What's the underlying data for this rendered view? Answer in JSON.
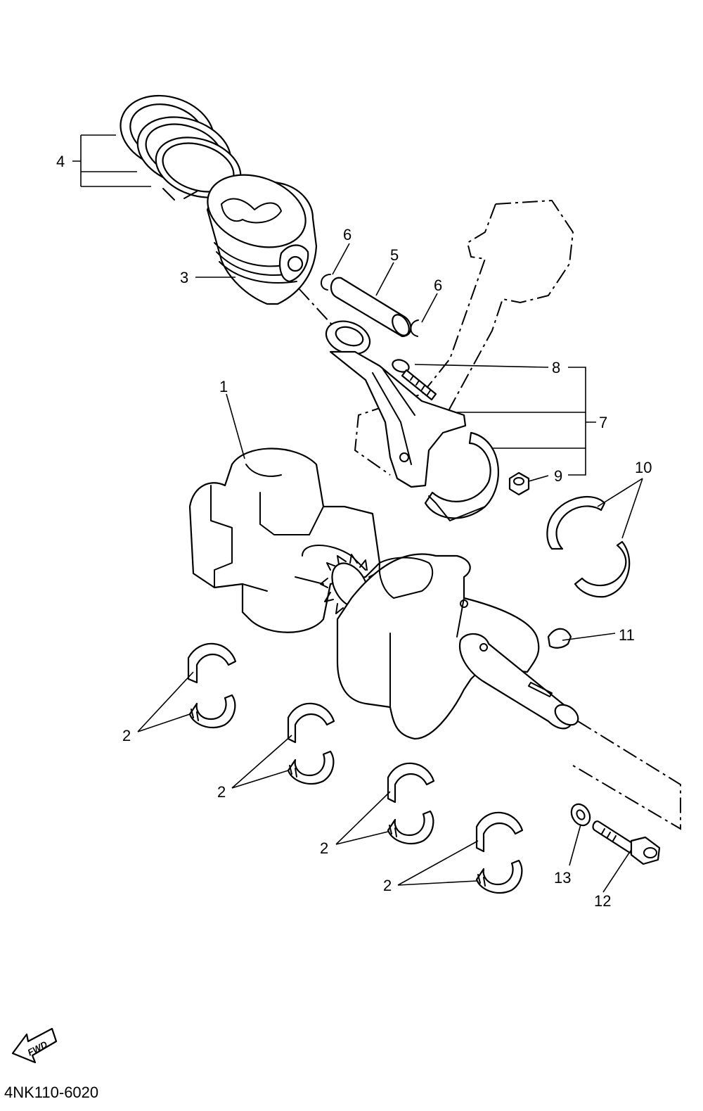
{
  "diagram_code": "4NK110-6020",
  "fwd_label": "FWD",
  "callouts": {
    "c1": "1",
    "c2a": "2",
    "c2b": "2",
    "c2c": "2",
    "c2d": "2",
    "c3": "3",
    "c4": "4",
    "c5": "5",
    "c6a": "6",
    "c6b": "6",
    "c7": "7",
    "c8": "8",
    "c9": "9",
    "c10": "10",
    "c11": "11",
    "c12": "12",
    "c13": "13"
  }
}
